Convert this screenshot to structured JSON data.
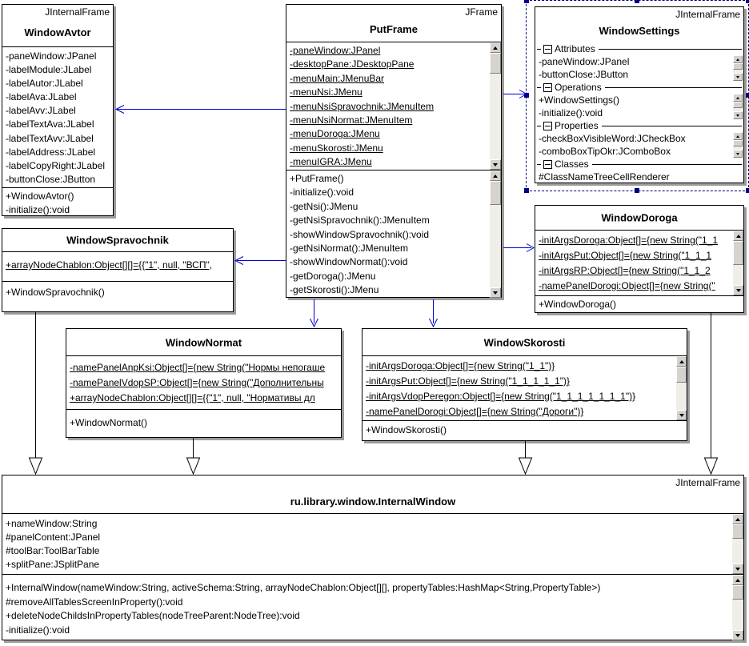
{
  "diagram": {
    "colors": {
      "dependency_arrow": "#0000cd",
      "generalization": "#000000",
      "selection": "#000080",
      "shadow": "#9c9c9c"
    },
    "classes": {
      "avtor": {
        "stereotype": "JInternalFrame",
        "name": "WindowAvtor",
        "fields": [
          "-paneWindow:JPanel",
          "-labelModule:JLabel",
          "-labelAutor:JLabel",
          "-labelAva:JLabel",
          "-labelAvv:JLabel",
          "-labelTextAva:JLabel",
          "-labelTextAvv:JLabel",
          "-labelAddress:JLabel",
          "-labelCopyRight:JLabel",
          "-buttonClose:JButton"
        ],
        "methods": [
          "+WindowAvtor()",
          "-initialize():void"
        ]
      },
      "putframe": {
        "stereotype": "JFrame",
        "name": "PutFrame",
        "fields": [
          "-paneWindow:JPanel",
          "-desktopPane:JDesktopPane",
          "-menuMain:JMenuBar",
          "-menuNsi:JMenu",
          "-menuNsiSpravochnik:JMenuItem",
          "-menuNsiNormat:JMenuItem",
          "-menuDoroga:JMenu",
          "-menuSkorosti:JMenu",
          "-menuIGRA:JMenu"
        ],
        "methods": [
          "+PutFrame()",
          "-initialize():void",
          "-getNsi():JMenu",
          "-getNsiSpravochnik():JMenuItem",
          "-showWindowSpravochnik():void",
          "-getNsiNormat():JMenuItem",
          "-showWindowNormat():void",
          "-getDoroga():JMenu",
          "-getSkorosti():JMenu"
        ]
      },
      "settings": {
        "stereotype": "JInternalFrame",
        "name": "WindowSettings",
        "sections": [
          {
            "label": "Attributes",
            "items": [
              "-paneWindow:JPanel",
              "-buttonClose:JButton"
            ]
          },
          {
            "label": "Operations",
            "items": [
              "+WindowSettings()",
              "-initialize():void"
            ]
          },
          {
            "label": "Properties",
            "items": [
              "-checkBoxVisibleWord:JCheckBox",
              "-comboBoxTipOkr:JComboBox"
            ]
          },
          {
            "label": "Classes",
            "items": [
              "#ClassNameTreeCellRenderer"
            ]
          }
        ]
      },
      "doroga": {
        "name": "WindowDoroga",
        "fields": [
          "-initArgsDoroga:Object[]={new String(\"1_1",
          "-initArgsPut:Object[]={new String(\"1_1_1",
          "-initArgsRP:Object[]={new String(\"1_1_2",
          "-namePanelDorogi:Object[]={new String(\""
        ],
        "methods": [
          "+WindowDoroga()"
        ]
      },
      "spravochnik": {
        "name": "WindowSpravochnik",
        "fields": [
          "+arrayNodeChablon:Object[][]={{\"1\", null, \"ВСП\","
        ],
        "methods": [
          "+WindowSpravochnik()"
        ]
      },
      "normat": {
        "name": "WindowNormat",
        "fields": [
          "-namePanelAnpKsi:Object[]={new String(\"Нормы непогаше",
          "-namePanelVdopSP:Object[]={new String(\"Дополнительны",
          "+arrayNodeChablon:Object[][]={{\"1\", null, \"Нормативы дл"
        ],
        "methods": [
          "+WindowNormat()"
        ]
      },
      "skorosti": {
        "name": "WindowSkorosti",
        "fields": [
          "-initArgsDoroga:Object[]={new String(\"1_1\")}",
          "-initArgsPut:Object[]={new String(\"1_1_1_1_1\")}",
          "-initArgsVdopPeregon:Object[]={new String(\"1_1_1_1_1_1_1\")}",
          "-namePanelDorogi:Object[]={new String(\"Дороги\")}"
        ],
        "methods": [
          "+WindowSkorosti()"
        ]
      },
      "internal": {
        "stereotype": "JInternalFrame",
        "name": "ru.library.window.InternalWindow",
        "fields": [
          "+nameWindow:String",
          "#panelContent:JPanel",
          "#toolBar:ToolBarTable",
          "+splitPane:JSplitPane"
        ],
        "methods": [
          "+InternalWindow(nameWindow:String, activeSchema:String, arrayNodeChablon:Object[][], propertyTables:HashMap<String,PropertyTable>)",
          "#removeAllTablesScreenInProperty():void",
          "+deleteNodeChildsInPropertyTables(nodeTreeParent:NodeTree):void",
          "-initialize():void"
        ]
      }
    }
  }
}
